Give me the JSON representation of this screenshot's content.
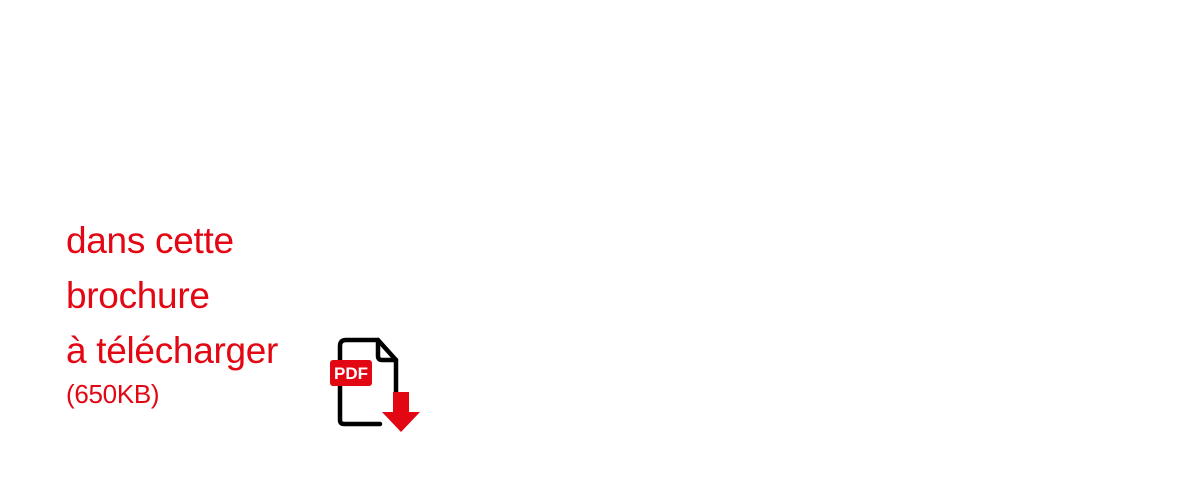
{
  "promo": {
    "line1": "dans cette",
    "line2": "brochure",
    "line3": "à télécharger",
    "size": "(650KB)"
  },
  "pdf_icon": {
    "label": "PDF",
    "accent_color": "#e30613",
    "outline_color": "#000000"
  }
}
